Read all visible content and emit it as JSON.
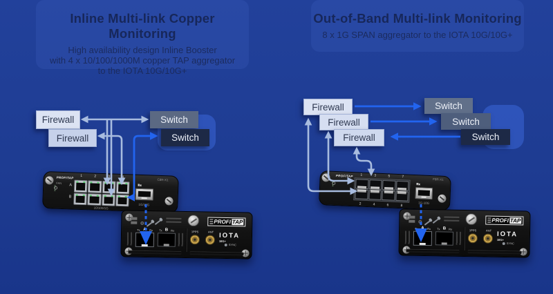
{
  "colors": {
    "background": "#1e3c92",
    "accent_blue": "#2264ef",
    "link_gray": "#a8bcdf",
    "firewall_box": "#dce3f3",
    "switch_slate": "#5b6983",
    "switch_dark": "#1d2946",
    "title_text": "#17275a",
    "led_green": "#58c86e",
    "sma_gold": "#caa54d"
  },
  "panels": {
    "left": {
      "header": {
        "title": "Inline Multi-link Copper Monitoring",
        "subtitle_lines": [
          "High availability design Inline Booster",
          "with 4 x 10/100/1000M copper TAP aggregator",
          "to the IOTA 10G/10G+"
        ]
      },
      "nodes": {
        "firewalls": [
          "Firewall",
          "Firewall"
        ],
        "switches": [
          "Switch",
          "Switch"
        ]
      },
      "tap": {
        "brand": "PROFITAP",
        "model": "C8R-X1",
        "fan_label": "FAN",
        "led_2": "2",
        "led_1": "1",
        "row_a": "A",
        "row_b": "B",
        "port_numbers": [
          "1",
          "2",
          "3",
          "4"
        ],
        "speed_label": "10/100/1G",
        "tx": "Tx",
        "rx": "Rx",
        "uplink_label": "1G/10G"
      }
    },
    "right": {
      "header": {
        "title": "Out-of-Band Multi-link Monitoring",
        "subtitle_lines": [
          "8 x 1G SPAN aggregator to the IOTA 10G/10G+"
        ]
      },
      "nodes": {
        "firewalls": [
          "Firewall",
          "Firewall",
          "Firewall"
        ],
        "switches": [
          "Switch",
          "Switch",
          "Switch"
        ]
      },
      "tap": {
        "brand": "PROFITAP",
        "model": "F8R-X1",
        "led_2": "2",
        "led_1": "1",
        "ports_top": [
          "1",
          "3",
          "5",
          "7"
        ],
        "ports_bottom": [
          "2",
          "4",
          "6",
          "8"
        ],
        "tx": "Tx",
        "rx": "Rx",
        "uplink_label": "1G-10G"
      }
    }
  },
  "iota": {
    "brand_prefix": "PROFI",
    "brand_suffix": "TAP",
    "name": "IOTA",
    "name_sup": "10G+",
    "port_a_label": "A",
    "port_b_label": "B",
    "tx": "Tx",
    "rx": "Rx",
    "pps_label": "1PPS",
    "ant_label": "ANT",
    "sync_label": "SYNC"
  }
}
